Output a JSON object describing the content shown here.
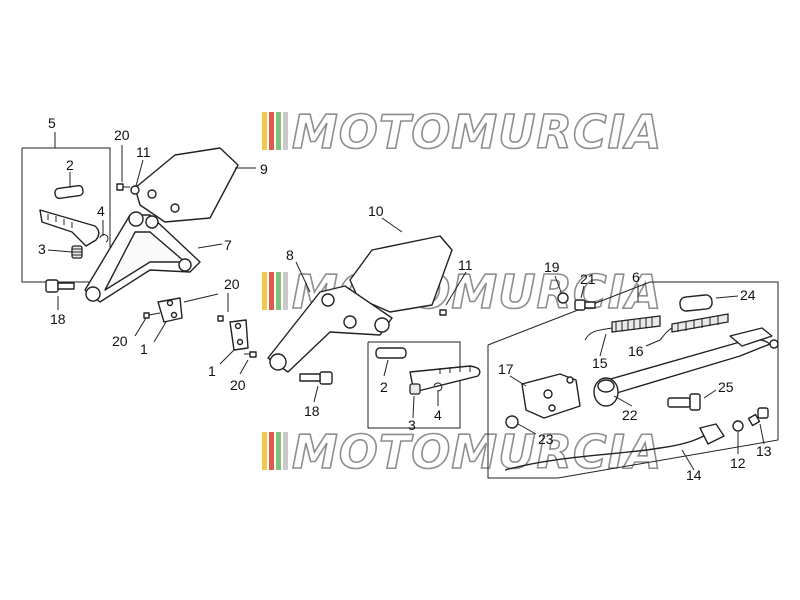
{
  "watermark": {
    "text": "MOTOMURCIA",
    "stripe_colors": [
      "#f2c94c",
      "#e05a4e",
      "#7fc37a",
      "#c9c9c9"
    ]
  },
  "callouts": {
    "c5": "5",
    "c2a": "2",
    "c4a": "4",
    "c3a": "3",
    "c18a": "18",
    "c20a": "20",
    "c11a": "11",
    "c9": "9",
    "c7": "7",
    "c20b": "20",
    "c20c": "20",
    "c1a": "1",
    "c1b": "1",
    "c20d": "20",
    "c10": "10",
    "c8": "8",
    "c11b": "11",
    "c18b": "18",
    "c2b": "2",
    "c3b": "3",
    "c4b": "4",
    "c19": "19",
    "c21": "21",
    "c6": "6",
    "c24": "24",
    "c15": "15",
    "c16": "16",
    "c17": "17",
    "c22": "22",
    "c25": "25",
    "c23": "23",
    "c14": "14",
    "c12": "12",
    "c13": "13"
  }
}
